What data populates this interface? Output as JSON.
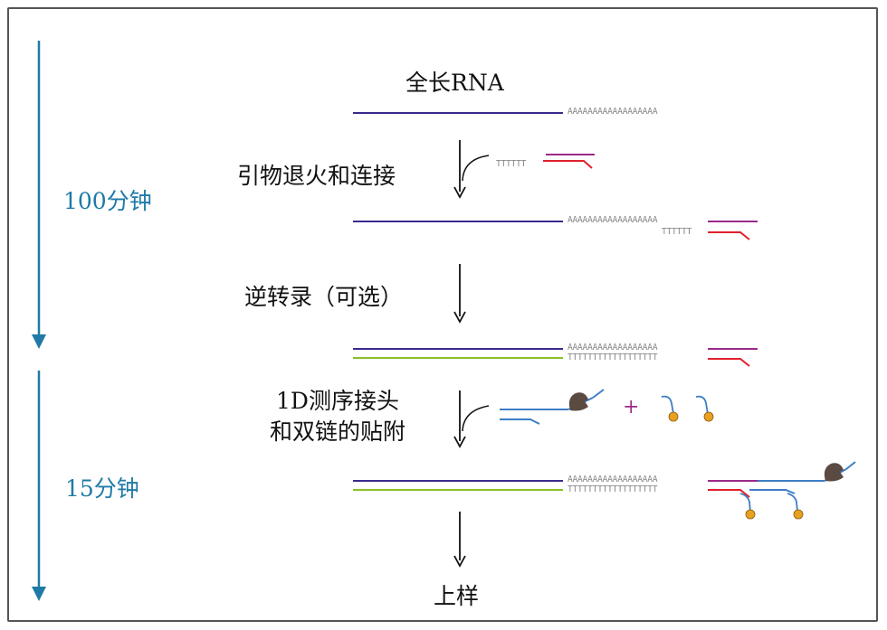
{
  "timeline": {
    "segment1_duration": "100分钟",
    "segment2_duration": "15分钟"
  },
  "steps": {
    "full_length_rna": "全长RNA",
    "primer_annealing_ligation": "引物退火和连接",
    "reverse_transcription": "逆转录（可选）",
    "adapter_attachment_line1": "1D测序接头",
    "adapter_attachment_line2": "和双链的贴附",
    "loading": "上样"
  },
  "sequences": {
    "poly_a": "AAAAAAAAAAAAAAAAAA",
    "poly_t_short": "TTTTTT",
    "poly_t_long": "TTTTTTTTTTTTTTTTTT"
  },
  "symbols": {
    "plus": "+"
  },
  "colors": {
    "rna_strand": "#3a2a8c",
    "cdna_strand": "#8cbf26",
    "primer_purple": "#9b2a8a",
    "primer_red": "#e0202c",
    "adapter_blue": "#3d7ec4",
    "motor_protein": "#5a4a42",
    "tether_bead": "#e8a020",
    "timeline_arrow": "#1f7aa6"
  },
  "icons": [
    "down-arrow-icon",
    "curved-arrow-icon",
    "motor-protein-icon",
    "tether-bead-icon"
  ]
}
